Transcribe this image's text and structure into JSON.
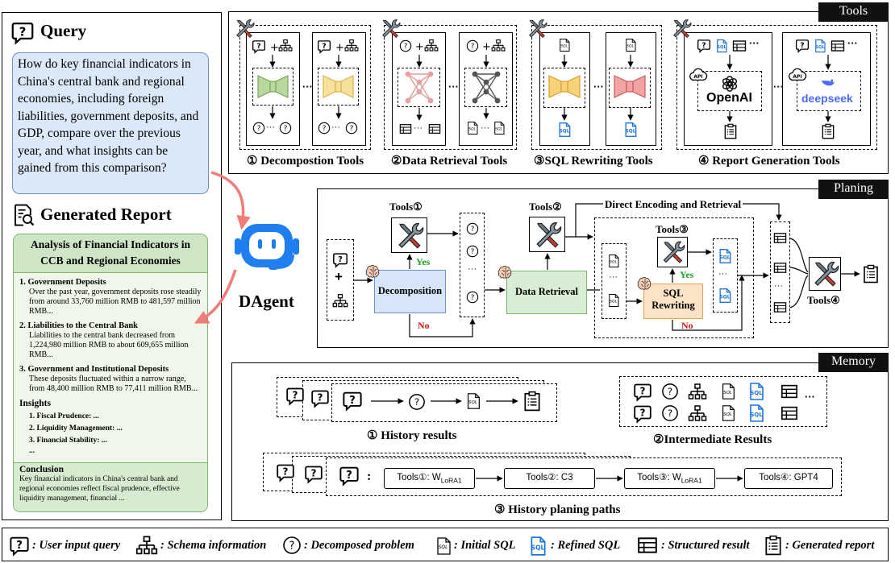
{
  "query": {
    "title": "Query",
    "text": "How do key financial indicators in China's central bank and regional economies, including foreign liabilities, government deposits, and GDP, compare over the previous year, and what insights can be gained from this comparison?"
  },
  "report": {
    "title": "Generated Report",
    "heading": "Analysis of Financial Indicators in CCB and Regional Economies",
    "sections": [
      {
        "title": "1. Government Deposits",
        "body": "Over the past year, government deposits rose steadily from around 33,760 million RMB to 481,597 million RMB..."
      },
      {
        "title": "2. Liabilities to the Central Bank",
        "body": "Liabilities to the central bank decreased from 1,224,980 million RMB to about 609,655 million RMB..."
      },
      {
        "title": "3. Government and Institutional Deposits",
        "body": "These deposits fluctuated within a narrow range, from 48,400 million RMB to 77,411 million RMB..."
      }
    ],
    "insights_title": "Insights",
    "insights": [
      "1. Fiscal Prudence: ...",
      "2. Liquidity Management: ...",
      "3. Financial Stability: ...",
      "..."
    ],
    "conclusion_title": "Conclusion",
    "conclusion": "Key financial indicators in China's central bank and regional economies reflect fiscal prudence, effective liquidity management, financial ..."
  },
  "agent": {
    "name": "DAgent"
  },
  "tools": {
    "tag": "Tools",
    "labels": [
      "① Decompostion Tools",
      "②Data Retrieval Tools",
      "③SQL Rewriting Tools",
      "④ Report Generation Tools"
    ],
    "openai": "OpenAI",
    "deepseek": "deepseek",
    "api": "API",
    "dots": "···",
    "sql": "SQL"
  },
  "planing": {
    "tag": "Planing",
    "tools1": "Tools①",
    "tools2": "Tools②",
    "tools3": "Tools③",
    "tools4": "Tools④",
    "direct": "Direct Encoding and Retrieval",
    "decomposition": "Decomposition",
    "data_retrieval": "Data Retrieval",
    "sql_rewriting_1": "SQL",
    "sql_rewriting_2": "Rewriting",
    "yes": "Yes",
    "no": "No",
    "plus": "+",
    "vdots": "···"
  },
  "memory": {
    "tag": "Memory",
    "history_results": "① History results",
    "intermediate": "②Intermediate Results",
    "history_paths": "③ History planing paths",
    "path_colon": ":",
    "path_steps": [
      "Tools①:  W",
      "Tools②:  C3",
      "Tools③: W",
      "Tools④:  GPT4"
    ],
    "lora_sub": "LoRA1"
  },
  "legend": [
    {
      "icon": "query-icon",
      "text": ": User input query"
    },
    {
      "icon": "schema-icon",
      "text": ": Schema information"
    },
    {
      "icon": "decomposed-problem-icon",
      "text": ": Decomposed problem"
    },
    {
      "icon": "initial-sql-icon",
      "text": ": Initial SQL"
    },
    {
      "icon": "refined-sql-icon",
      "text": ": Refined SQL"
    },
    {
      "icon": "structured-result-icon",
      "text": ": Structured result"
    },
    {
      "icon": "generated-report-icon",
      "text": ": Generated report"
    }
  ],
  "colors": {
    "query_box": "#dbe8f8",
    "report_box": "#e9f5e4",
    "report_header": "#cfe6c6",
    "decomp_box": "#d6e6f8",
    "retrieval_box": "#d9ecd4",
    "sql_box": "#fde3c6",
    "agent_blue": "#1f7ff0",
    "arrow_red": "#f07c78",
    "yes": "#18a418",
    "no": "#d11a1a",
    "refined_sql": "#1e74d8"
  }
}
